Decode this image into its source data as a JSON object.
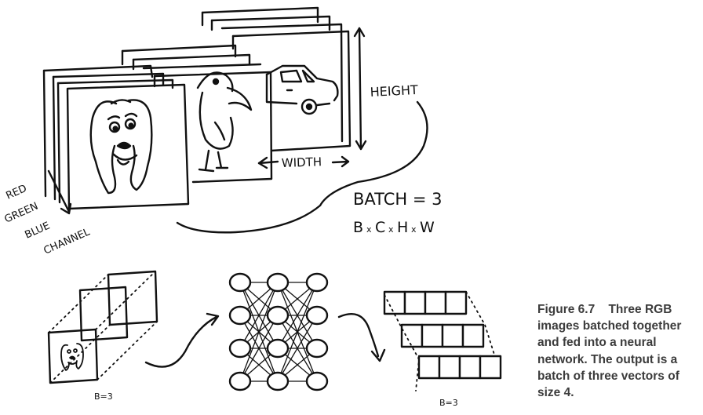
{
  "diagram": {
    "labels": {
      "height": "HEIGHT",
      "width": "WIDTH",
      "red": "RED",
      "green": "GREEN",
      "blue": "BLUE",
      "channel": "CHANNEL",
      "batch": "BATCH = 3",
      "shape_b": "B",
      "shape_c": "C",
      "shape_h": "H",
      "shape_w": "W",
      "times": "x",
      "batch_input": "B=3",
      "batch_output": "B=3"
    },
    "images": [
      "dog",
      "bird",
      "car"
    ],
    "network_layers": [
      4,
      4,
      4
    ],
    "output_vectors": 3,
    "vector_size": 4
  },
  "caption": {
    "label": "Figure 6.7",
    "text": "Three RGB images batched together and fed into a neural network. The output is a batch of three vectors of size 4."
  }
}
